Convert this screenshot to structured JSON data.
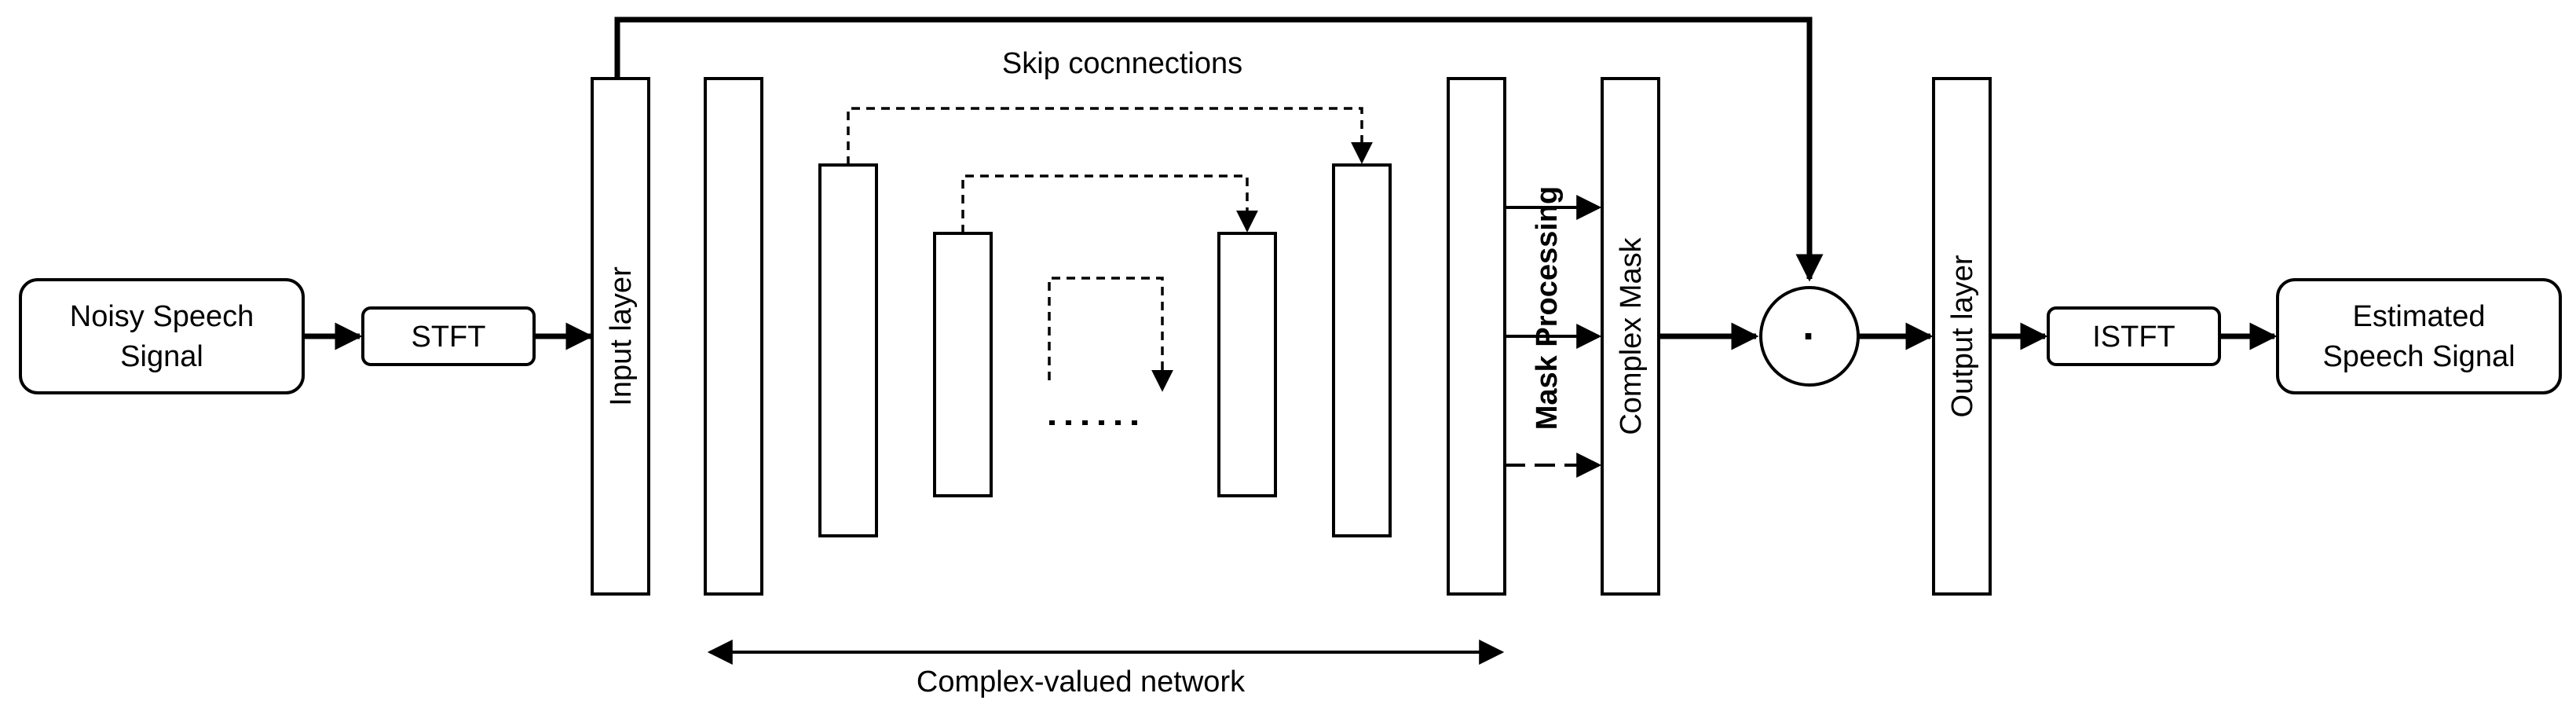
{
  "nodes": {
    "noisy_input": [
      "Noisy Speech",
      "Signal"
    ],
    "stft": "STFT",
    "input_layer": "Input layer",
    "mask_processing": "Mask Processing",
    "complex_mask": "Complex Mask",
    "multiply_symbol": "·",
    "output_layer": "Output layer",
    "istft": "ISTFT",
    "estimated_output": [
      "Estimated",
      "Speech Signal"
    ]
  },
  "labels": {
    "skip_connections": "Skip cocnnections",
    "complex_network": "Complex-valued network"
  }
}
